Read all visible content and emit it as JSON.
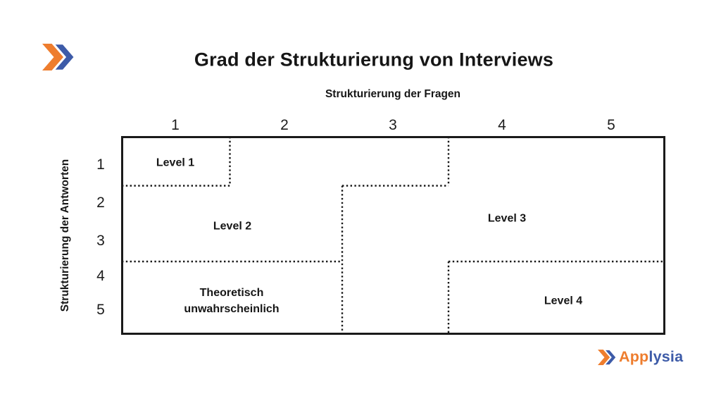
{
  "title": "Grad der Strukturierung von Interviews",
  "colors": {
    "brand_orange": "#ee7d2e",
    "brand_blue": "#3d5ba8",
    "line_color": "#1a1a1a",
    "background": "#ffffff"
  },
  "diagram": {
    "x_axis": {
      "label": "Strukturierung der Fragen",
      "ticks": [
        "1",
        "2",
        "3",
        "4",
        "5"
      ]
    },
    "y_axis": {
      "label": "Strukturierung der Antworten",
      "ticks": [
        "1",
        "2",
        "3",
        "4",
        "5"
      ]
    },
    "regions": [
      {
        "name": "level-1",
        "label": "Level 1",
        "questions": "1",
        "answers": "1"
      },
      {
        "name": "level-2",
        "label": "Level 2",
        "questions": "1-3",
        "answers": "1-3 excluding Level 1 area"
      },
      {
        "name": "level-3",
        "label": "Level 3",
        "questions": "3-5",
        "answers": "1-5 excluding Level 4 area"
      },
      {
        "name": "theoretically-unlikely",
        "label": "Theoretisch unwahrscheinlich",
        "questions": "1-2",
        "answers": "4-5"
      },
      {
        "name": "level-4",
        "label": "Level 4",
        "questions": "4-5",
        "answers": "4-5"
      }
    ]
  },
  "footer": {
    "wordmark_part1": "App",
    "wordmark_part2": "lysia"
  }
}
